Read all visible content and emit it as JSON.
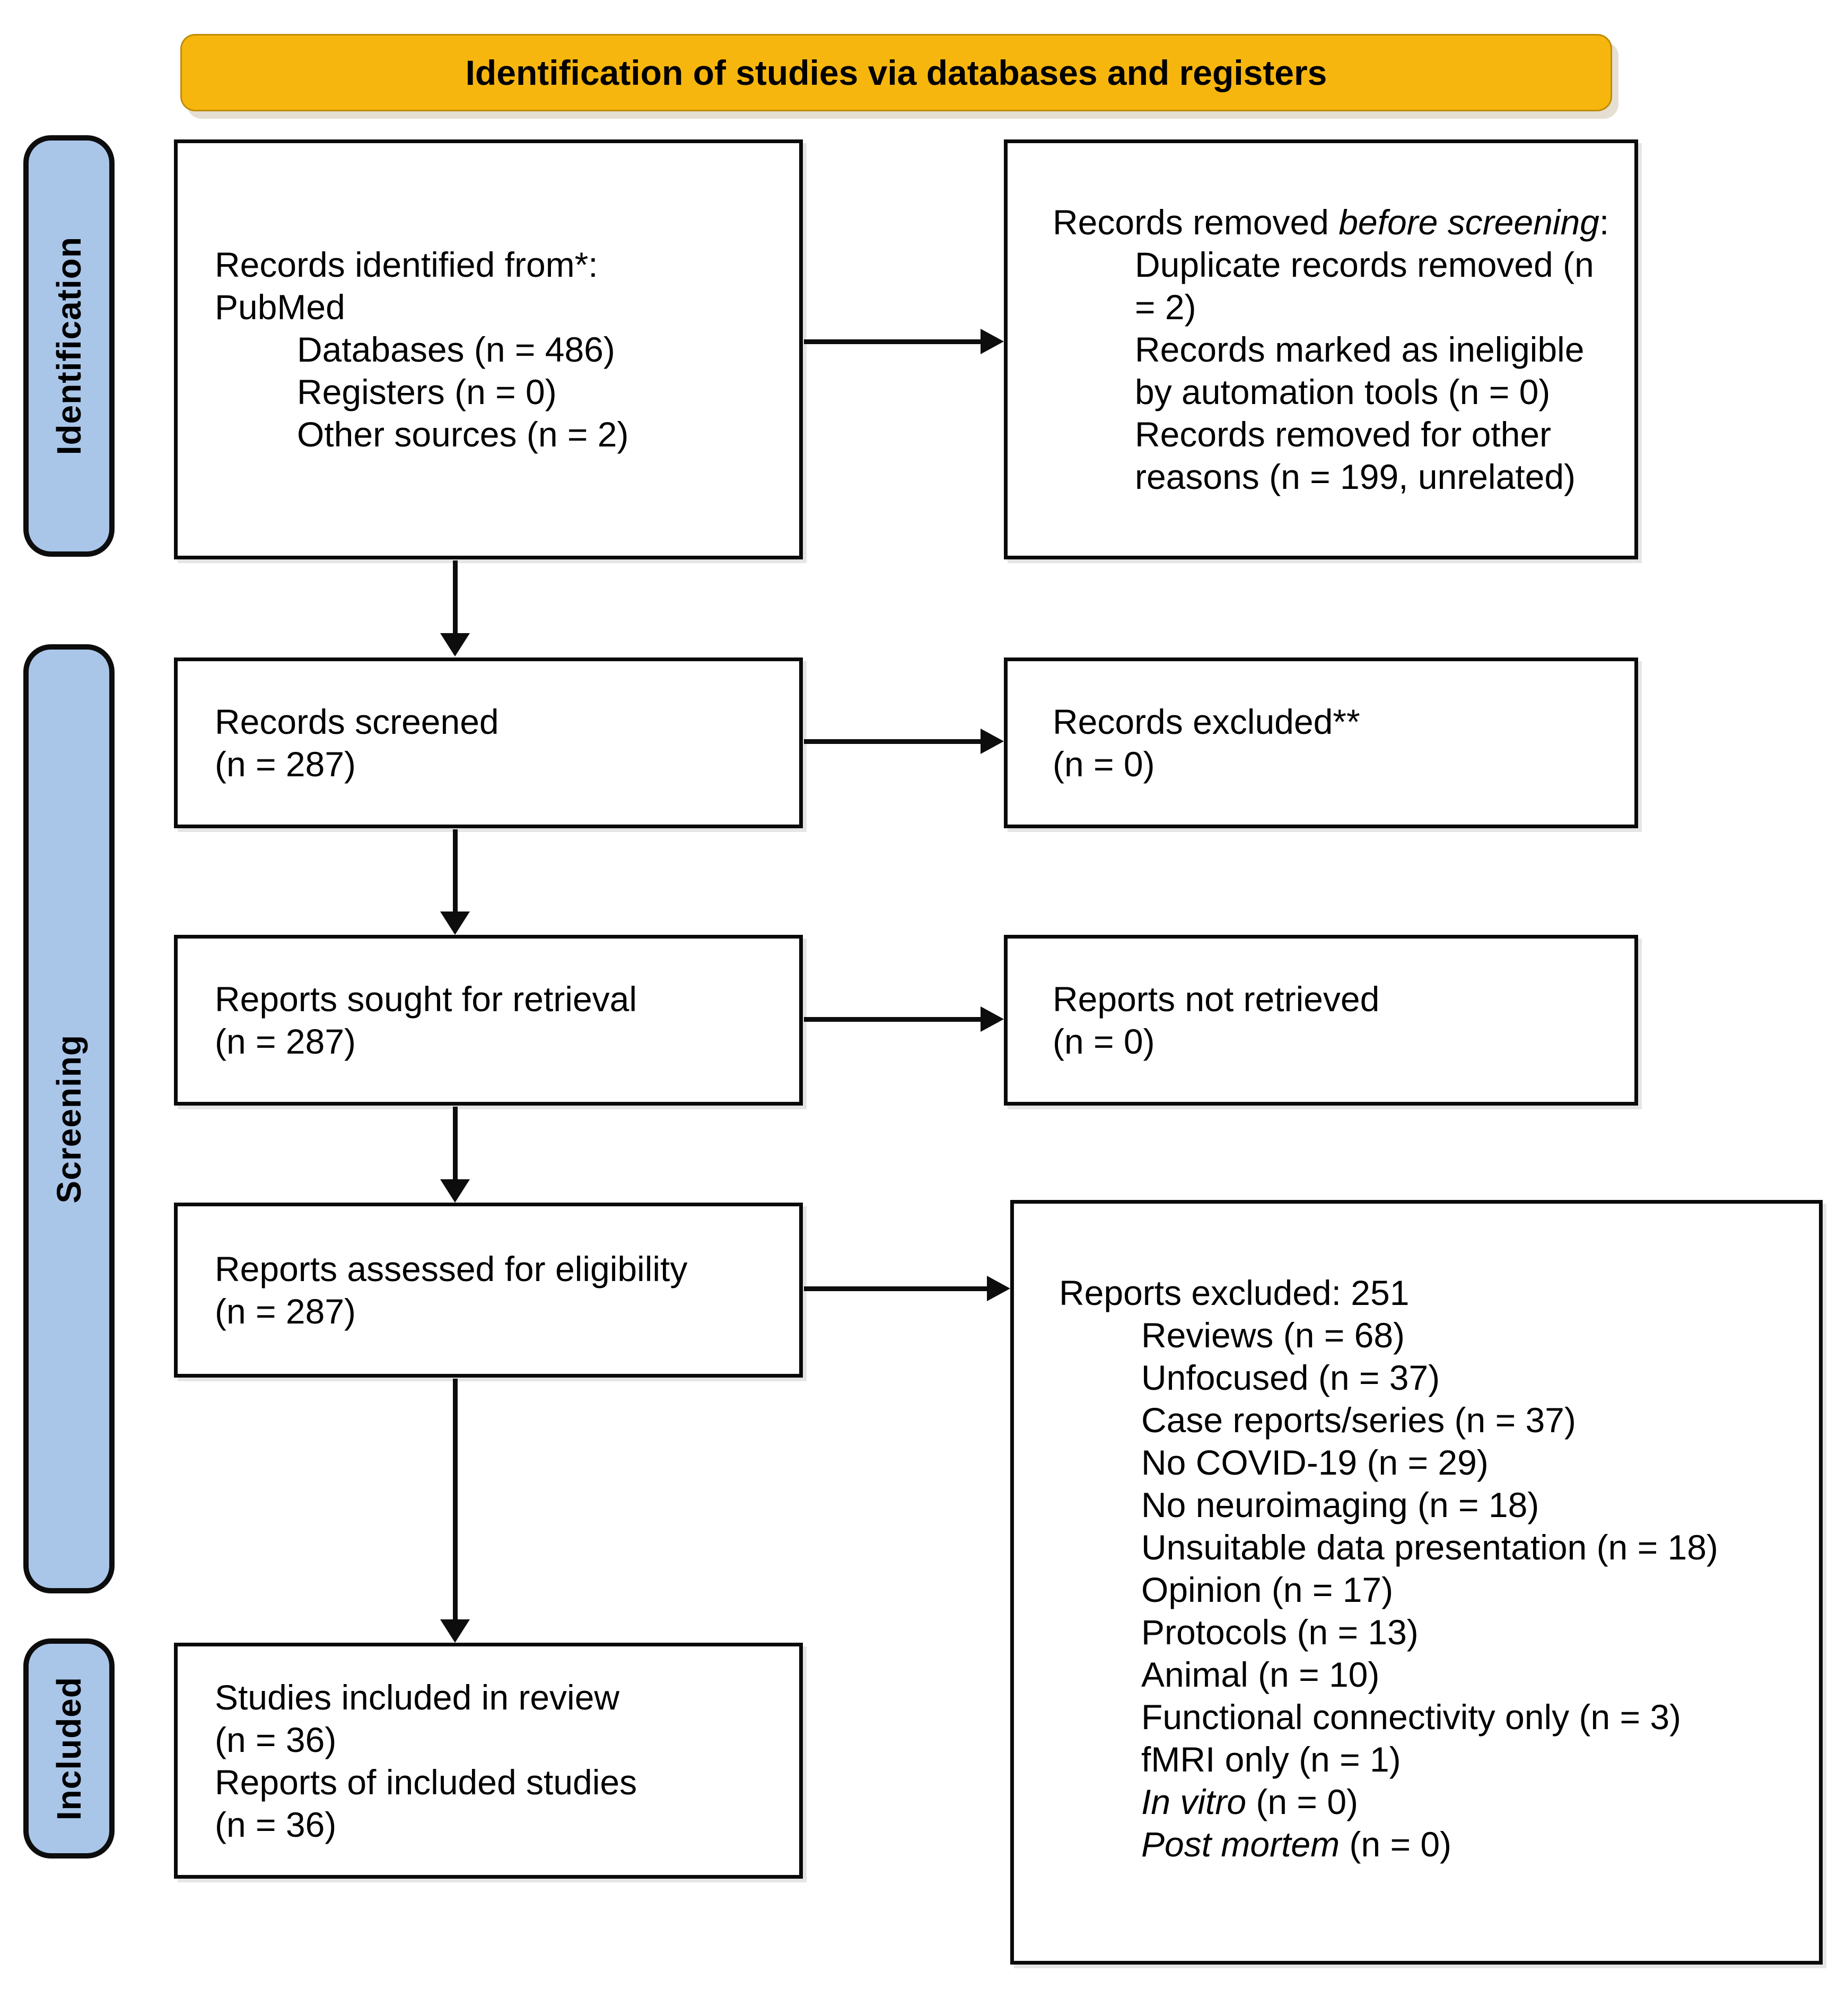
{
  "banner": {
    "label": "Identification of studies via databases and registers"
  },
  "sidebar": {
    "identification": "Identification",
    "screening": "Screening",
    "included": "Included"
  },
  "boxes": {
    "identified": {
      "line1": "Records identified from*:",
      "line2": "PubMed",
      "items": [
        {
          "text": "Databases (n = 486)"
        },
        {
          "text": "Registers (n = 0)"
        },
        {
          "text": "Other sources (n = 2)"
        }
      ]
    },
    "removed_before": {
      "prefix": "Records removed ",
      "italic": "before screening",
      "suffix": ":",
      "items": [
        {
          "text": "Duplicate records removed (n = 2)"
        },
        {
          "text": "Records marked as ineligible by automation tools (n = 0)"
        },
        {
          "text": "Records removed for other reasons (n = 199, unrelated)"
        }
      ]
    },
    "screened": {
      "line1": "Records screened",
      "line2": "(n = 287)"
    },
    "records_excluded": {
      "line1": "Records excluded**",
      "line2": "(n = 0)"
    },
    "sought": {
      "line1": "Reports sought for retrieval",
      "line2": "(n = 287)"
    },
    "not_retrieved": {
      "line1": "Reports not retrieved",
      "line2": "(n = 0)"
    },
    "assessed": {
      "line1": "Reports assessed for eligibility",
      "line2": "(n = 287)"
    },
    "reports_excluded": {
      "heading": "Reports excluded: 251",
      "items": [
        {
          "text": "Reviews (n = 68)"
        },
        {
          "text": "Unfocused (n = 37)"
        },
        {
          "text": "Case reports/series (n = 37)"
        },
        {
          "text": "No COVID-19 (n = 29)"
        },
        {
          "text": "No neuroimaging (n = 18)"
        },
        {
          "text": "Unsuitable data presentation (n = 18)"
        },
        {
          "text": "Opinion (n = 17)"
        },
        {
          "text": "Protocols (n = 13)"
        },
        {
          "text": "Animal (n = 10)"
        },
        {
          "text": "Functional connectivity only (n = 3)"
        },
        {
          "text": "fMRI only (n = 1)"
        },
        {
          "italic": "In vitro",
          "text": " (n = 0)"
        },
        {
          "italic": "Post mortem",
          "text": " (n = 0)"
        }
      ]
    },
    "included": {
      "items": [
        {
          "text": "Studies included in review"
        },
        {
          "text": "(n = 36)"
        },
        {
          "text": "Reports of included studies"
        },
        {
          "text": "(n = 36)"
        }
      ]
    }
  },
  "colors": {
    "banner_bg": "#F7B60D",
    "stage_bg": "#A9C6E9",
    "box_border": "#0A0A0A"
  }
}
